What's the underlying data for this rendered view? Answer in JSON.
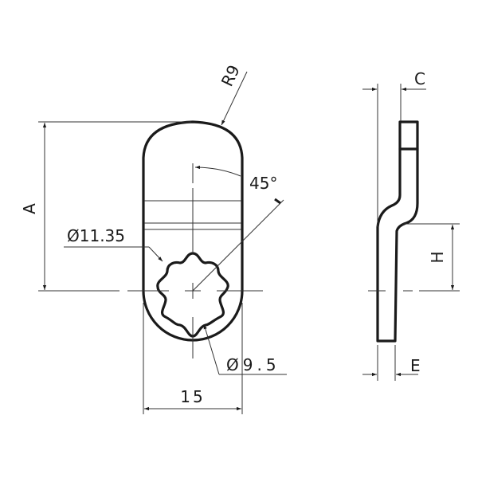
{
  "drawing": {
    "type": "technical-drawing",
    "subject": "cam lever (lock tongue) with splined hole",
    "views": [
      "front-view",
      "side-view"
    ]
  },
  "front_view": {
    "dimensions": {
      "radius": "R9",
      "angle": "45°",
      "diameter_outer_spline": "Ø11.35",
      "diameter_inner_spline": "Ø9.5",
      "width": "15",
      "height_label": "A"
    }
  },
  "side_view": {
    "dimensions": {
      "offset_label": "C",
      "step_label": "H",
      "thickness_label": "E"
    }
  },
  "colors": {
    "line": "#1a1a1a",
    "thin_line": "#333333",
    "background": "#ffffff"
  }
}
